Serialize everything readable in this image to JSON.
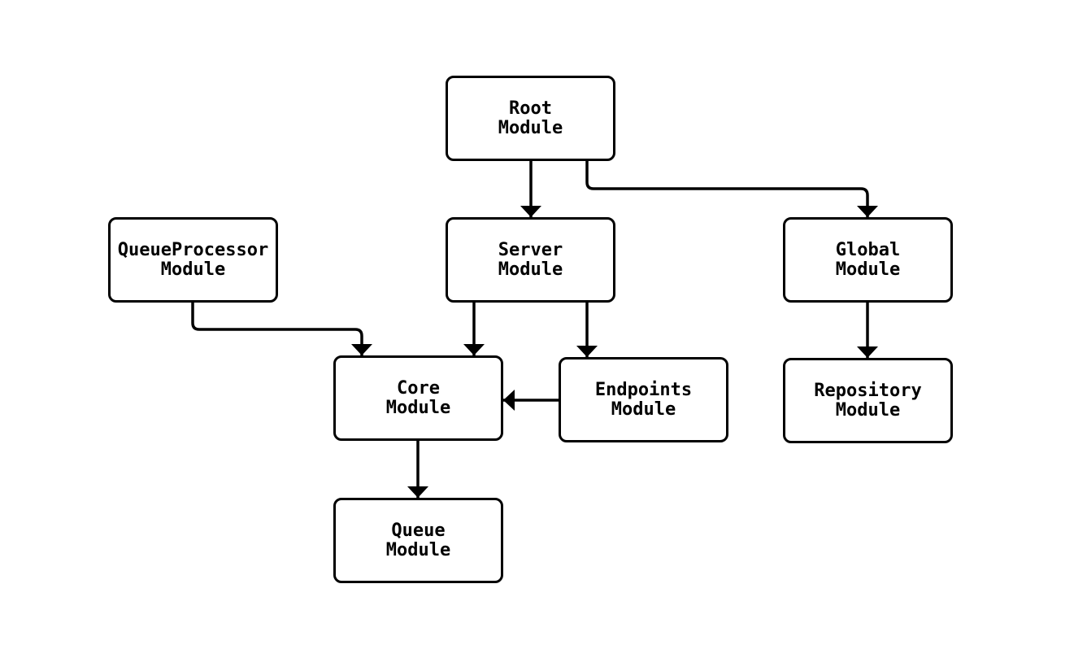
{
  "diagram": {
    "type": "flowchart",
    "colors": {
      "background": "#ffffff",
      "stroke": "#000000",
      "node_fill": "#ffffff",
      "text": "#000000"
    },
    "nodes": {
      "root": {
        "label": "Root\nModule"
      },
      "server": {
        "label": "Server\nModule"
      },
      "global": {
        "label": "Global\nModule"
      },
      "queueprocessor": {
        "label": "QueueProcessor\nModule"
      },
      "core": {
        "label": "Core\nModule"
      },
      "endpoints": {
        "label": "Endpoints\nModule"
      },
      "repository": {
        "label": "Repository\nModule"
      },
      "queue": {
        "label": "Queue\nModule"
      }
    },
    "edges": [
      {
        "from": "Root Module",
        "to": "Server Module"
      },
      {
        "from": "Root Module",
        "to": "Global Module"
      },
      {
        "from": "QueueProcessor Module",
        "to": "Core Module"
      },
      {
        "from": "Server Module",
        "to": "Core Module"
      },
      {
        "from": "Server Module",
        "to": "Endpoints Module"
      },
      {
        "from": "Endpoints Module",
        "to": "Core Module"
      },
      {
        "from": "Core Module",
        "to": "Queue Module"
      },
      {
        "from": "Global Module",
        "to": "Repository Module"
      }
    ]
  }
}
